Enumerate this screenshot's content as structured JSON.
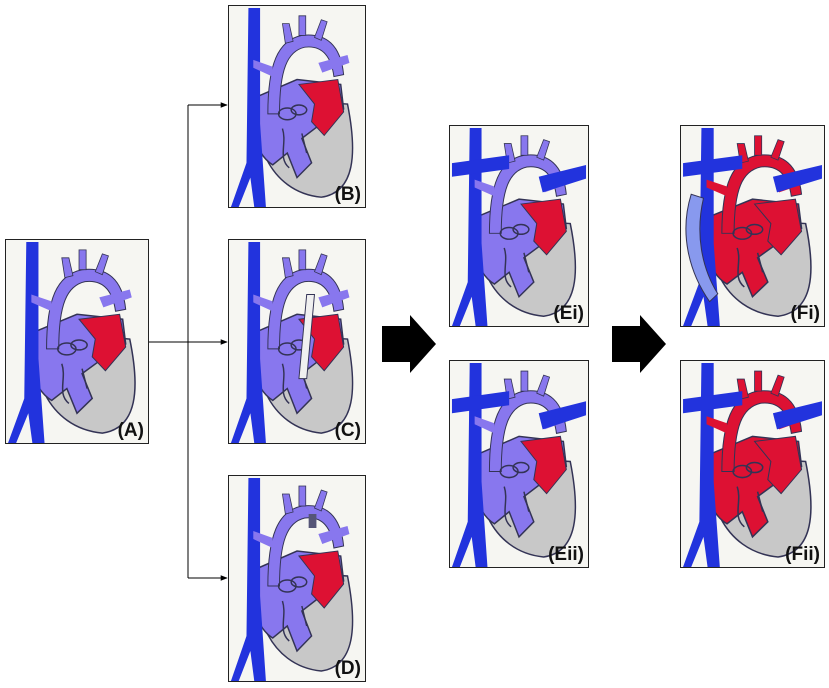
{
  "panels": {
    "A": {
      "label": "(A)",
      "palette": "venous"
    },
    "B": {
      "label": "(B)",
      "palette": "venous"
    },
    "C": {
      "label": "(C)",
      "palette": "venous"
    },
    "D": {
      "label": "(D)",
      "palette": "venous"
    },
    "Ei": {
      "label": "(Ei)",
      "palette": "venous"
    },
    "Eii": {
      "label": "(Eii)",
      "palette": "venous"
    },
    "Fi": {
      "label": "(Fi)",
      "palette": "arterial"
    },
    "Fii": {
      "label": "(Fii)",
      "palette": "arterial"
    }
  },
  "colors": {
    "deep_blue": "#2233dd",
    "purple": "#8877ee",
    "red": "#dd1133",
    "gray": "#c8c8c8",
    "dark_line": "#333355",
    "arrow": "#000000"
  }
}
